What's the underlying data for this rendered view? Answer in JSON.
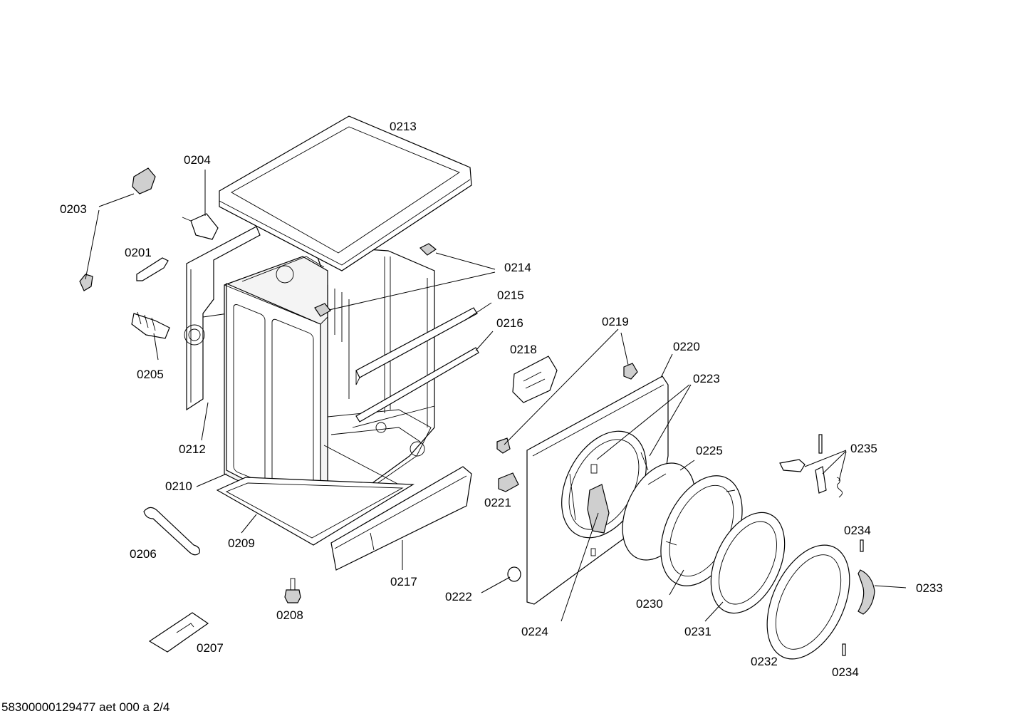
{
  "diagram": {
    "labels": {
      "p0201": "0201",
      "p0203": "0203",
      "p0204": "0204",
      "p0205": "0205",
      "p0206": "0206",
      "p0207": "0207",
      "p0208": "0208",
      "p0209": "0209",
      "p0210": "0210",
      "p0212": "0212",
      "p0213": "0213",
      "p0214": "0214",
      "p0215": "0215",
      "p0216": "0216",
      "p0217": "0217",
      "p0218": "0218",
      "p0219": "0219",
      "p0220": "0220",
      "p0221": "0221",
      "p0222": "0222",
      "p0223": "0223",
      "p0224": "0224",
      "p0225": "0225",
      "p0230": "0230",
      "p0231": "0231",
      "p0232": "0232",
      "p0233": "0233",
      "p0234a": "0234",
      "p0234b": "0234",
      "p0235": "0235"
    },
    "footer": "58300000129477 aet 000 a 2/4"
  }
}
